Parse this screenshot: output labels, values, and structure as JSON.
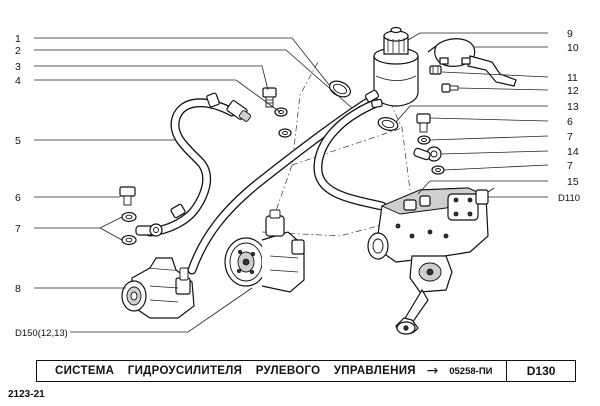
{
  "callouts": {
    "c1": "1",
    "c2": "2",
    "c3": "3",
    "c4": "4",
    "c5": "5",
    "c6_left": "6",
    "c7_left": "7",
    "c8": "8",
    "d150": "D150(12,13)",
    "c9": "9",
    "c10": "10",
    "c11": "11",
    "c12": "12",
    "c13": "13",
    "c6_right": "6",
    "c7_right_a": "7",
    "c14": "14",
    "c7_right_b": "7",
    "c15": "15",
    "d110": "D110"
  },
  "title_block": {
    "title": "СИСТЕМА ГИДРОУСИЛИТЕЛЯ РУЛЕВОГО УПРАВЛЕНИЯ",
    "arrow_icon": "right-arrow-icon",
    "reference": "05258-ПИ",
    "code": "D130"
  },
  "model": "2123-21"
}
